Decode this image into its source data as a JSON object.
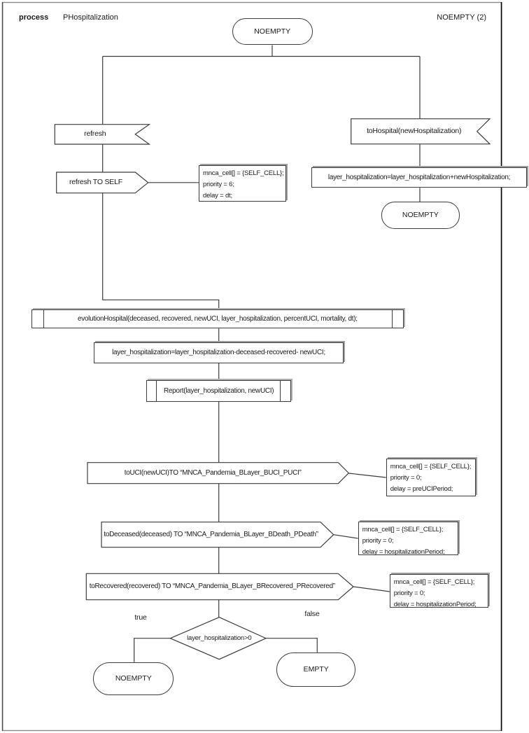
{
  "colors": {
    "line": "#3c3c3c",
    "frame_gray": "#8a8a8a",
    "frame_black": "#000000",
    "shadow": "#9e9e9e",
    "text": "#1a1a1a"
  },
  "header": {
    "keyword": "process",
    "process_name": "PHospitalization",
    "page_label": "NOEMPTY (2)"
  },
  "start_state": {
    "label": "NOEMPTY"
  },
  "left_branch": {
    "input_signal": {
      "label": "refresh"
    },
    "output_signal": {
      "label": "refresh TO SELF"
    },
    "comment": {
      "lines": [
        "mnca_cell[] = {SELF_CELL};",
        "priority = 6;",
        "delay = dt;"
      ]
    }
  },
  "right_branch": {
    "input_signal": {
      "label": "toHospital(newHospitalization)"
    },
    "task": {
      "text": "layer_hospitalization=layer_hospitalization+newHospitalization;"
    },
    "next_state": {
      "label": "NOEMPTY"
    }
  },
  "main_flow": {
    "procedure_call": {
      "text": "evolutionHospital(deceased, recovered, newUCI, layer_hospitalization, percentUCI, mortality, dt);"
    },
    "task": {
      "text": "layer_hospitalization=layer_hospitalization-deceased-recovered- newUCI;"
    },
    "report_call": {
      "text": "Report(layer_hospitalization, newUCI)"
    },
    "outputs": [
      {
        "label": "toUCI(newUCI)TO “MNCA_Pandemia_BLayer_BUCI_PUCI”",
        "comment": {
          "lines": [
            "mnca_cell[] = {SELF_CELL};",
            "priority = 0;",
            "delay = preUCIPeriod;"
          ]
        }
      },
      {
        "label": "toDeceased(deceased) TO “MNCA_Pandemia_BLayer_BDeath_PDeath”",
        "comment": {
          "lines": [
            "mnca_cell[] = {SELF_CELL};",
            "priority = 0;",
            "delay = hospitalizationPeriod;"
          ]
        }
      },
      {
        "label": "toRecovered(recovered) TO “MNCA_Pandemia_BLayer_BRecovered_PRecovered”",
        "comment": {
          "lines": [
            "mnca_cell[] = {SELF_CELL};",
            "priority = 0;",
            "delay = hospitalizationPeriod;"
          ]
        }
      }
    ]
  },
  "decision": {
    "condition": "layer_hospitalization>0",
    "true_label": "true",
    "false_label": "false",
    "true_state": "NOEMPTY",
    "false_state": "EMPTY"
  }
}
